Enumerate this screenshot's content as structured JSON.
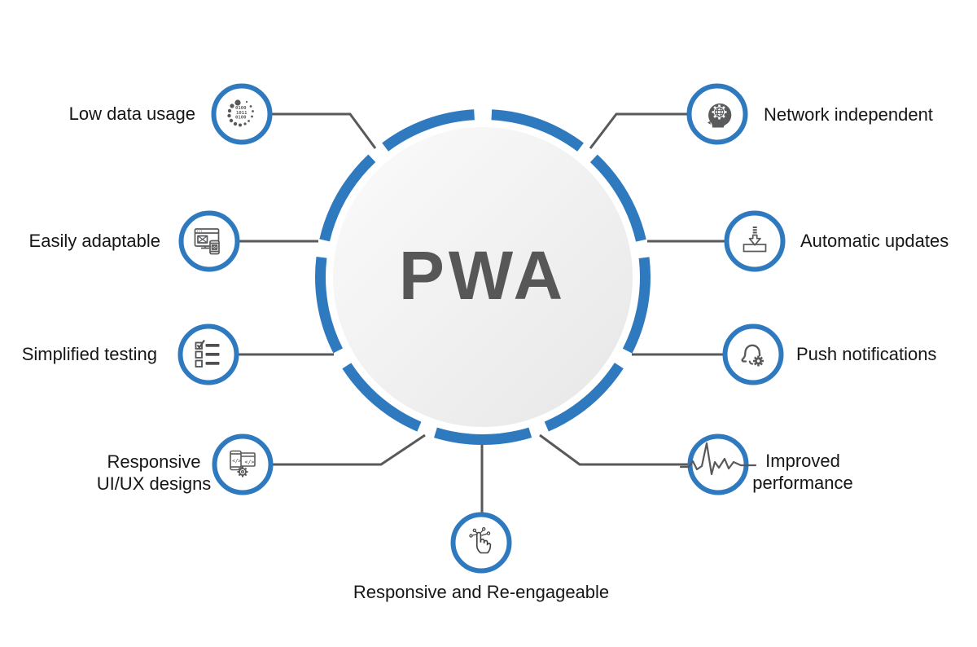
{
  "title": "PWA",
  "colors": {
    "accent_blue": "#2f7abf",
    "connector_gray": "#58595b",
    "title_gray": "#575757",
    "label_dark": "#161616",
    "center_fill": "#efefef"
  },
  "binary_rows": [
    "0100",
    "1011",
    "0100"
  ],
  "features": [
    {
      "id": "low-data-usage",
      "label": "Low data usage",
      "icon": "binary-dots-icon"
    },
    {
      "id": "easily-adaptable",
      "label": "Easily adaptable",
      "icon": "monitor-phone-icon"
    },
    {
      "id": "simplified-testing",
      "label": "Simplified testing",
      "icon": "checklist-icon"
    },
    {
      "id": "responsive-uiux",
      "label": "Responsive UI/UX designs",
      "icon": "devices-code-gear-icon"
    },
    {
      "id": "re-engageable",
      "label": "Responsive and Re-engageable",
      "icon": "touch-network-icon"
    },
    {
      "id": "network-independent",
      "label": "Network independent",
      "icon": "head-globe-gear-icon"
    },
    {
      "id": "automatic-updates",
      "label": "Automatic updates",
      "icon": "download-tray-icon"
    },
    {
      "id": "push-notifications",
      "label": "Push notifications",
      "icon": "bell-gear-icon"
    },
    {
      "id": "improved-performance",
      "label": "Improved performance",
      "icon": "pulse-icon"
    }
  ]
}
